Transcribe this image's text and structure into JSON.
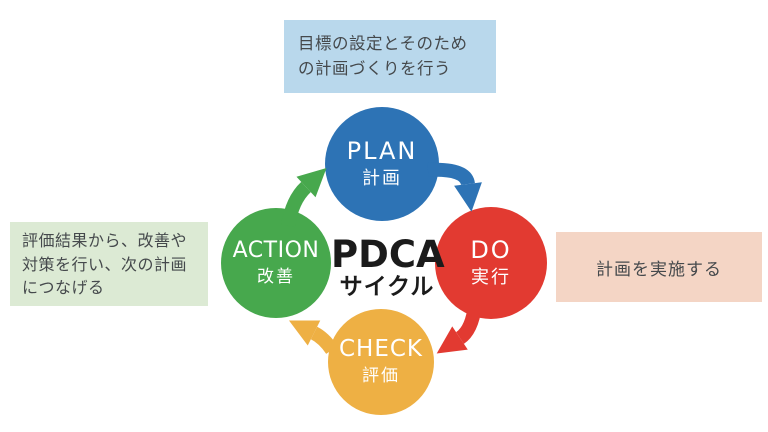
{
  "colors": {
    "blue": "#2d73b5",
    "red": "#e23a31",
    "green": "#47a84d",
    "yellow": "#eeb044",
    "note_plan_bg": "#b9d8ec",
    "note_action_bg": "#dcead4",
    "note_do_bg": "#f4d5c5",
    "note_text": "#45494c",
    "center_text": "#1b1b1b"
  },
  "center": {
    "title": "PDCA",
    "subtitle": "サイクル"
  },
  "nodes": {
    "plan": {
      "label": "PLAN",
      "sublabel": "計画"
    },
    "do": {
      "label": "DO",
      "sublabel": "実行"
    },
    "check": {
      "label": "CHECK",
      "sublabel": "評価"
    },
    "action": {
      "label": "ACTION",
      "sublabel": "改善"
    }
  },
  "notes": {
    "plan": "目標の設定とそのため\nの計画づくりを行う",
    "do": "計画を実施する",
    "action": "評価結果から、改善や\n対策を行い、次の計画\nにつなげる"
  }
}
